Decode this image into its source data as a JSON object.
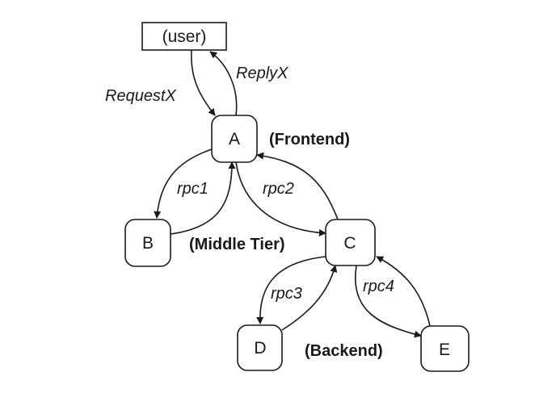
{
  "nodes": {
    "user": "(user)",
    "a": "A",
    "b": "B",
    "c": "C",
    "d": "D",
    "e": "E"
  },
  "edges": {
    "request": "RequestX",
    "reply": "ReplyX",
    "rpc1": "rpc1",
    "rpc2": "rpc2",
    "rpc3": "rpc3",
    "rpc4": "rpc4"
  },
  "tiers": {
    "frontend": "(Frontend)",
    "middle": "(Middle Tier)",
    "backend": "(Backend)"
  },
  "colors": {
    "stroke": "#1a1a1a",
    "background": "#ffffff"
  }
}
